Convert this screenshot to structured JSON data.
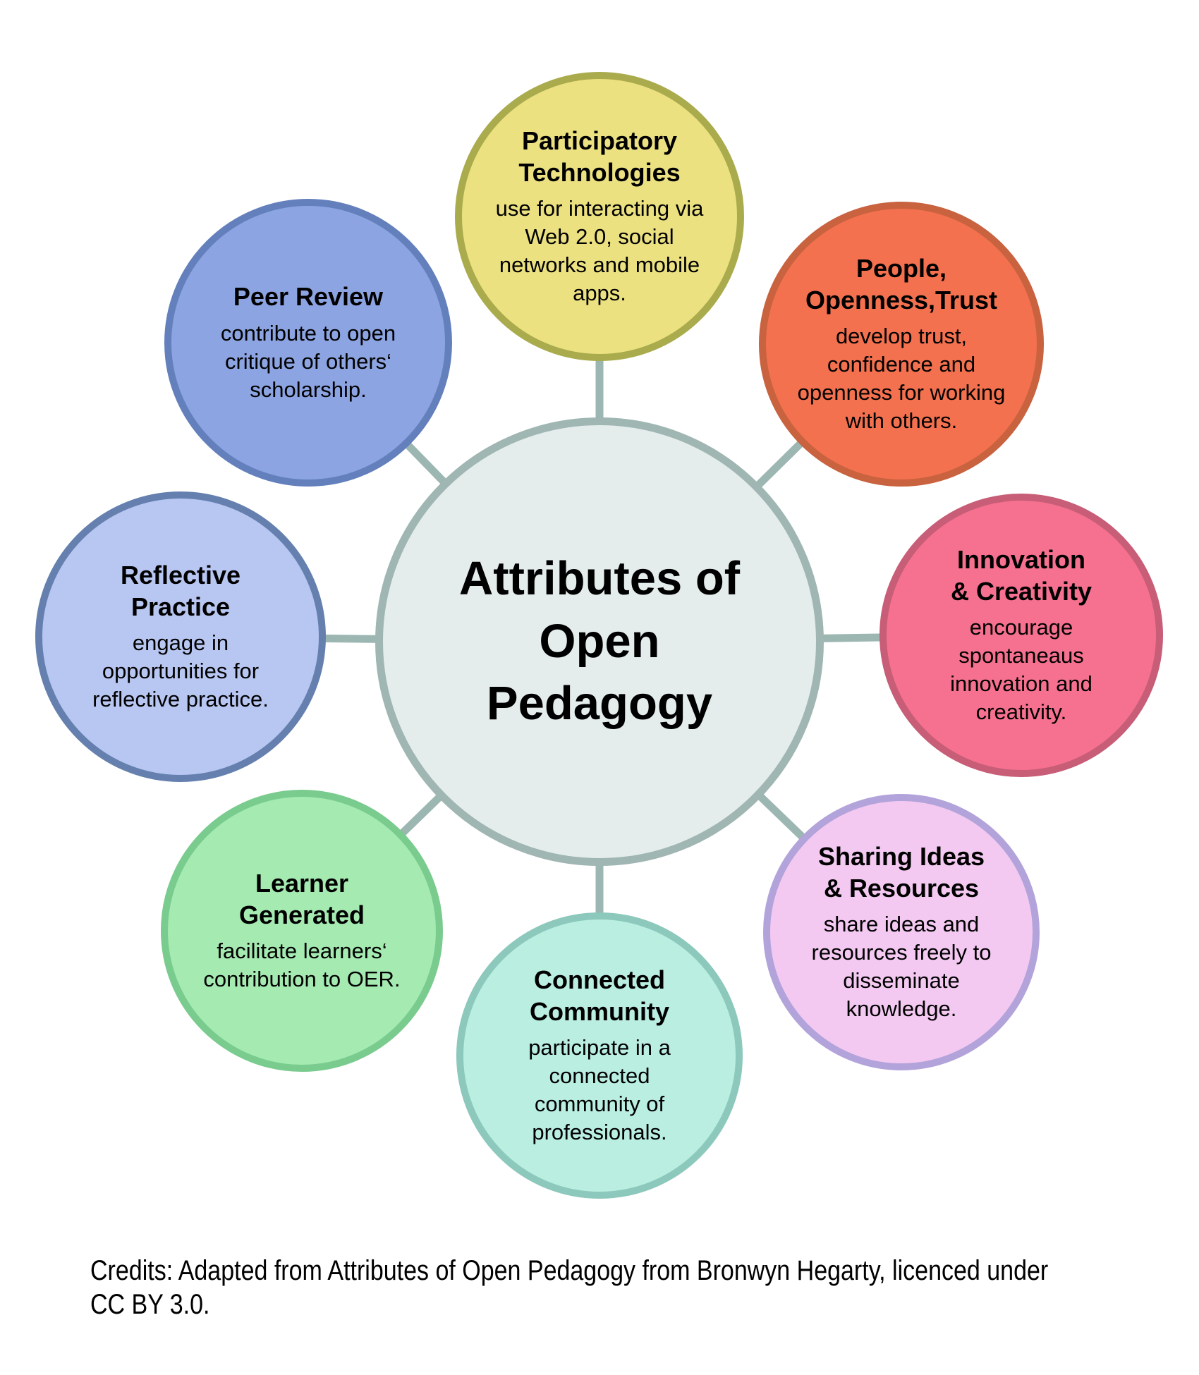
{
  "diagram": {
    "connector_color": "#9cb6b2",
    "center": {
      "title": "Attributes of\nOpen\nPedagogy",
      "fill": "#e4edec",
      "border": "#9fb6b2"
    },
    "nodes": [
      {
        "id": "participatory-technologies",
        "title": "Participatory\nTechnologies",
        "body": "use for interacting via\nWeb 2.0, social\nnetworks and mobile\napps.",
        "fill": "#ece181",
        "border": "#a9ab4c"
      },
      {
        "id": "people-openness-trust",
        "title": "People,\nOpenness,Trust",
        "body": "develop trust,\nconfidence and\nopenness for working\nwith others.",
        "fill": "#f3714f",
        "border": "#c8623f"
      },
      {
        "id": "innovation-creativity",
        "title": "Innovation\n& Creativity",
        "body": "encourage\nspontaneaus\ninnovation and\ncreativity.",
        "fill": "#f5718f",
        "border": "#c75d77"
      },
      {
        "id": "sharing-ideas-resources",
        "title": "Sharing Ideas\n& Resources",
        "body": "share ideas and\nresources freely to\ndisseminate\nknowledge.",
        "fill": "#f3c9f1",
        "border": "#b2a3da"
      },
      {
        "id": "connected-community",
        "title": "Connected\nCommunity",
        "body": "participate in a\nconnected\ncommunity of\nprofessionals.",
        "fill": "#b9eee1",
        "border": "#8cc8bb"
      },
      {
        "id": "learner-generated",
        "title": "Learner\nGenerated",
        "body": "facilitate learners‘\ncontribution to OER.",
        "fill": "#a4eab1",
        "border": "#79cb8e"
      },
      {
        "id": "reflective-practice",
        "title": "Reflective\nPractice",
        "body": "engage in\nopportunities for\nreflective practice.",
        "fill": "#b8c6f2",
        "border": "#6580ae"
      },
      {
        "id": "peer-review",
        "title": "Peer Review",
        "body": "contribute to open\ncritique of others‘\nscholarship.",
        "fill": "#8ca4e2",
        "border": "#6380bd"
      }
    ]
  },
  "credits": {
    "text": "Credits: Adapted from Attributes of Open Pedagogy from Bronwyn Hegarty, licenced under\nCC BY 3.0."
  }
}
